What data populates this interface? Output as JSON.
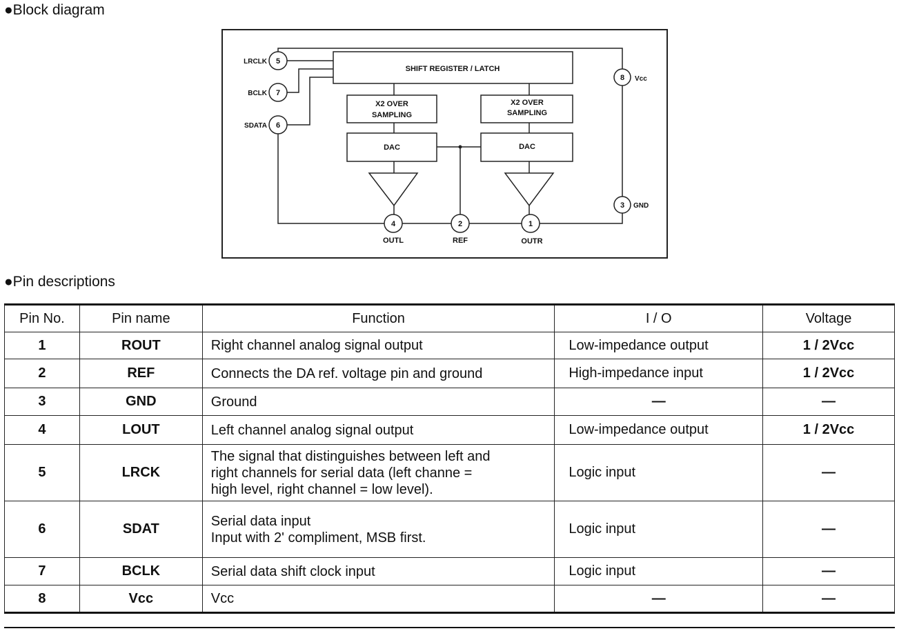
{
  "sections": {
    "block_diagram_title": "●Block diagram",
    "pin_descriptions_title": "●Pin descriptions"
  },
  "diagram": {
    "blocks": {
      "shift_register": "SHIFT REGISTER / LATCH",
      "oversampling_left_1": "X2 OVER",
      "oversampling_left_2": "SAMPLING",
      "oversampling_right_1": "X2 OVER",
      "oversampling_right_2": "SAMPLING",
      "dac_left": "DAC",
      "dac_right": "DAC"
    },
    "pins": [
      {
        "num": "5",
        "label": "LRCLK"
      },
      {
        "num": "7",
        "label": "BCLK"
      },
      {
        "num": "6",
        "label": "SDATA"
      },
      {
        "num": "8",
        "label": "Vcc"
      },
      {
        "num": "3",
        "label": "GND"
      },
      {
        "num": "4",
        "label": "OUTL"
      },
      {
        "num": "2",
        "label": "REF"
      },
      {
        "num": "1",
        "label": "OUTR"
      }
    ]
  },
  "table": {
    "headers": [
      "Pin  No.",
      "Pin name",
      "Function",
      "I / O",
      "Voltage"
    ],
    "rows": [
      {
        "no": "1",
        "name": "ROUT",
        "function": [
          "Right channel analog signal output"
        ],
        "io": "Low-impedance output",
        "voltage": "1 / 2Vcc"
      },
      {
        "no": "2",
        "name": "REF",
        "function": [
          "Connects the DA ref. voltage pin and ground"
        ],
        "io": "High-impedance input",
        "voltage": "1 / 2Vcc"
      },
      {
        "no": "3",
        "name": "GND",
        "function": [
          "Ground"
        ],
        "io": "—",
        "voltage": "—"
      },
      {
        "no": "4",
        "name": "LOUT",
        "function": [
          "Left channel analog signal output"
        ],
        "io": "Low-impedance output",
        "voltage": "1 / 2Vcc"
      },
      {
        "no": "5",
        "name": "LRCK",
        "function": [
          "The signal that distinguishes between left and",
          "right channels for serial data (left channe =",
          "high level, right channel = low level)."
        ],
        "io": "Logic input",
        "voltage": "—"
      },
      {
        "no": "6",
        "name": "SDAT",
        "function": [
          "Serial data input",
          "Input with 2' compliment, MSB first."
        ],
        "io": "Logic input",
        "voltage": "—"
      },
      {
        "no": "7",
        "name": "BCLK",
        "function": [
          "Serial data shift clock input"
        ],
        "io": "Logic input",
        "voltage": "—"
      },
      {
        "no": "8",
        "name": "Vcc",
        "function": [
          "Vcc"
        ],
        "io": "—",
        "voltage": "—"
      }
    ]
  }
}
